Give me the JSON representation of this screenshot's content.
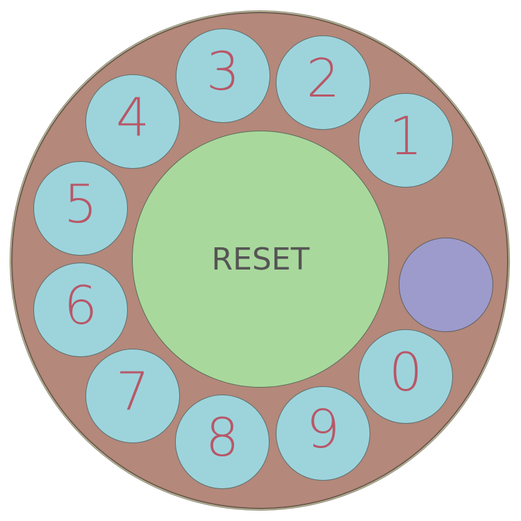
{
  "dial": {
    "keys": [
      {
        "label": "1"
      },
      {
        "label": "2"
      },
      {
        "label": "3"
      },
      {
        "label": "4"
      },
      {
        "label": "5"
      },
      {
        "label": "6"
      },
      {
        "label": "7"
      },
      {
        "label": "8"
      },
      {
        "label": "9"
      },
      {
        "label": "0"
      }
    ],
    "reset_label": "RESET",
    "colors": {
      "dial_face": "#b4887a",
      "key_fill": "#9dd4dc",
      "key_text": "#b85767",
      "reset_fill": "#a9d89c",
      "reset_text": "#555555",
      "finger_stop": "#9d9bcc"
    }
  }
}
